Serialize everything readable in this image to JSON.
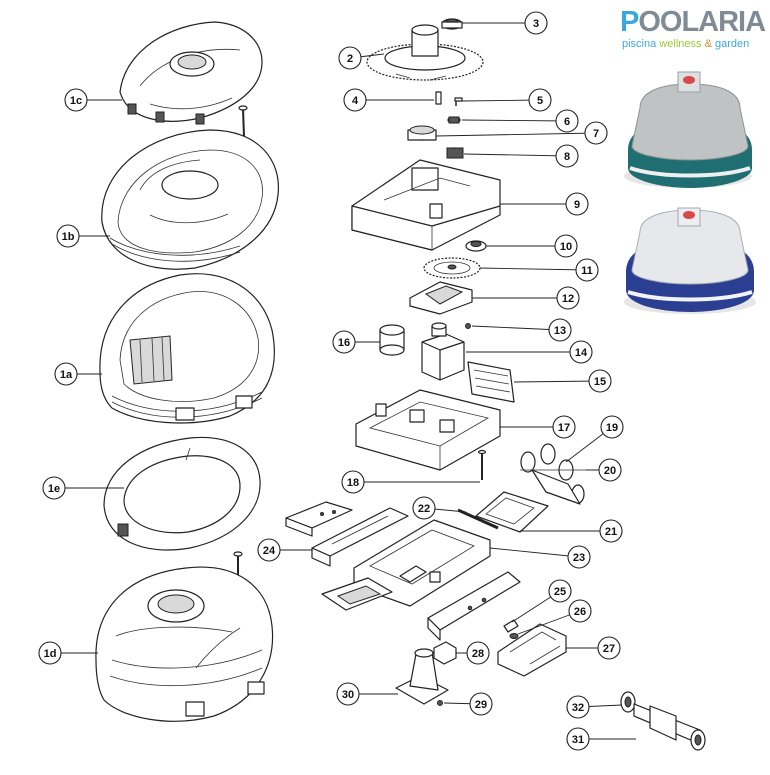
{
  "brand": {
    "name_o": "P",
    "name_rest": "OOLARIA",
    "tag_a": "piscina",
    "tag_b": "wellness",
    "tag_c": "&",
    "tag_d": "garden",
    "colors": {
      "gray": "#7f8c95",
      "blue": "#3aa8d8",
      "green": "#9cc83a",
      "orange": "#e08a2a"
    }
  },
  "callouts": [
    {
      "id": "1c",
      "label": "1c"
    },
    {
      "id": "1b",
      "label": "1b"
    },
    {
      "id": "1a",
      "label": "1a"
    },
    {
      "id": "1e",
      "label": "1e"
    },
    {
      "id": "1d",
      "label": "1d"
    },
    {
      "id": "2",
      "label": "2"
    },
    {
      "id": "3",
      "label": "3"
    },
    {
      "id": "4",
      "label": "4"
    },
    {
      "id": "5",
      "label": "5"
    },
    {
      "id": "6",
      "label": "6"
    },
    {
      "id": "7",
      "label": "7"
    },
    {
      "id": "8",
      "label": "8"
    },
    {
      "id": "9",
      "label": "9"
    },
    {
      "id": "10",
      "label": "10"
    },
    {
      "id": "11",
      "label": "11"
    },
    {
      "id": "12",
      "label": "12"
    },
    {
      "id": "13",
      "label": "13"
    },
    {
      "id": "14",
      "label": "14"
    },
    {
      "id": "15",
      "label": "15"
    },
    {
      "id": "16",
      "label": "16"
    },
    {
      "id": "17",
      "label": "17"
    },
    {
      "id": "18",
      "label": "18"
    },
    {
      "id": "19",
      "label": "19"
    },
    {
      "id": "20",
      "label": "20"
    },
    {
      "id": "21",
      "label": "21"
    },
    {
      "id": "22",
      "label": "22"
    },
    {
      "id": "23",
      "label": "23"
    },
    {
      "id": "24",
      "label": "24"
    },
    {
      "id": "25",
      "label": "25"
    },
    {
      "id": "26",
      "label": "26"
    },
    {
      "id": "27",
      "label": "27"
    },
    {
      "id": "28",
      "label": "28"
    },
    {
      "id": "29",
      "label": "29"
    },
    {
      "id": "30",
      "label": "30"
    },
    {
      "id": "31",
      "label": "31"
    },
    {
      "id": "32",
      "label": "32"
    }
  ],
  "product_photos": [
    {
      "name": "cleaner-teal",
      "body_color": "#1f6e72",
      "top_color": "#bfc3c4"
    },
    {
      "name": "cleaner-blue",
      "body_color": "#2b3f92",
      "top_color": "#e6e8ec"
    }
  ]
}
